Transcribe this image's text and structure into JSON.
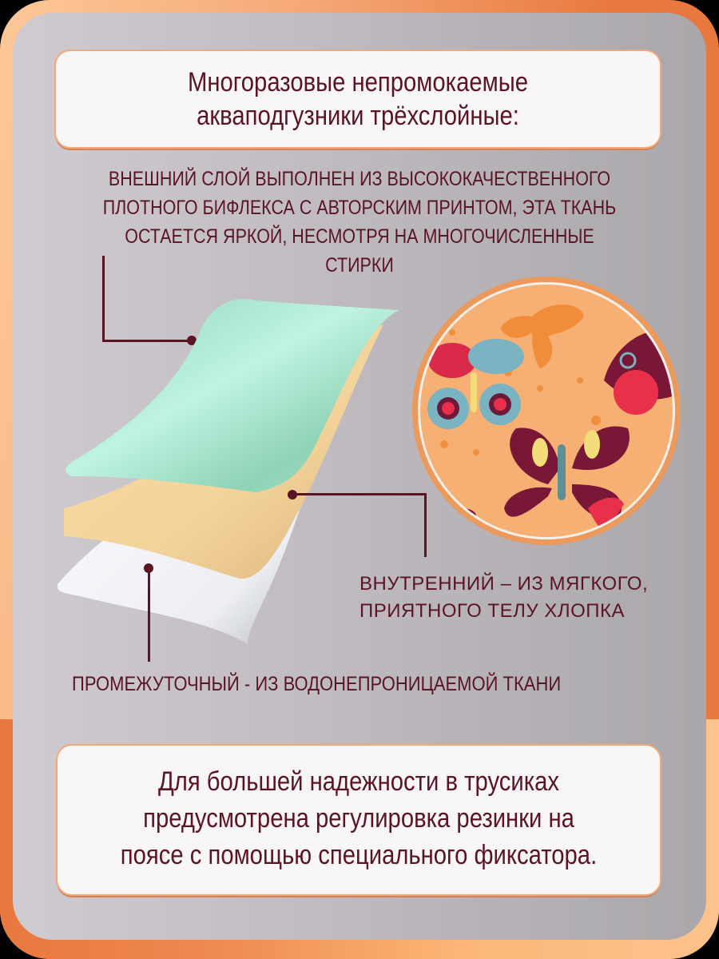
{
  "title_card": {
    "line1": "Многоразовые непромокаемые",
    "line2": "акваподгузники трёхслойные:"
  },
  "labels": {
    "outer_layer": "Внешний слой выполнен из высококачественного плотного бифлекса с авторским принтом, эта ткань остается яркой, несмотря на многочисленные стирки",
    "inner_layer_line1": "Внутренний – из мягкого,",
    "inner_layer_line2": "приятного телу хлопка",
    "middle_layer": "Промежуточный - из водонепроницаемой ткани"
  },
  "bottom_card": {
    "line1": "Для большей надежности в трусиках",
    "line2": "предусмотрена регулировка резинки на",
    "line3": "поясе с помощью специального фиксатора."
  },
  "illustration": {
    "layers": [
      {
        "name": "outer",
        "color": "#a6e6cf"
      },
      {
        "name": "inner",
        "color": "#f3d59c"
      },
      {
        "name": "middle",
        "color": "#f1f1f4"
      }
    ],
    "fabric_swatch": {
      "pattern": "butterflies",
      "background_color": "#f7b074"
    }
  },
  "colors": {
    "text": "#5a1424",
    "frame_accent": "#e8783e",
    "panel": "#bfbbc0",
    "card": "#f8f6f6"
  }
}
